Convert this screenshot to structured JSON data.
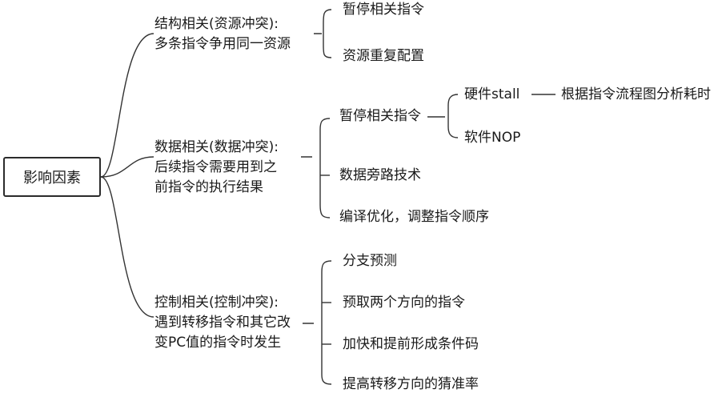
{
  "root": "影响因素",
  "branches": [
    {
      "lines": [
        "结构相关(资源冲突):",
        "多条指令争用同一资源"
      ],
      "children": [
        "暂停相关指令",
        "资源重复配置"
      ]
    },
    {
      "lines": [
        "数据相关(数据冲突):",
        "后续指令需要用到之",
        "前指令的执行结果"
      ],
      "children": [
        "暂停相关指令",
        "数据旁路技术",
        "编译优化，调整指令顺序"
      ],
      "sub": {
        "items": [
          "硬件stall",
          "软件NOP"
        ],
        "note": "根据指令流程图分析耗时"
      }
    },
    {
      "lines": [
        "控制相关(控制冲突):",
        "遇到转移指令和其它改",
        "变PC值的指令时发生"
      ],
      "children": [
        "分支预测",
        "预取两个方向的指令",
        "加快和提前形成条件码",
        "提高转移方向的猜准率"
      ]
    }
  ]
}
